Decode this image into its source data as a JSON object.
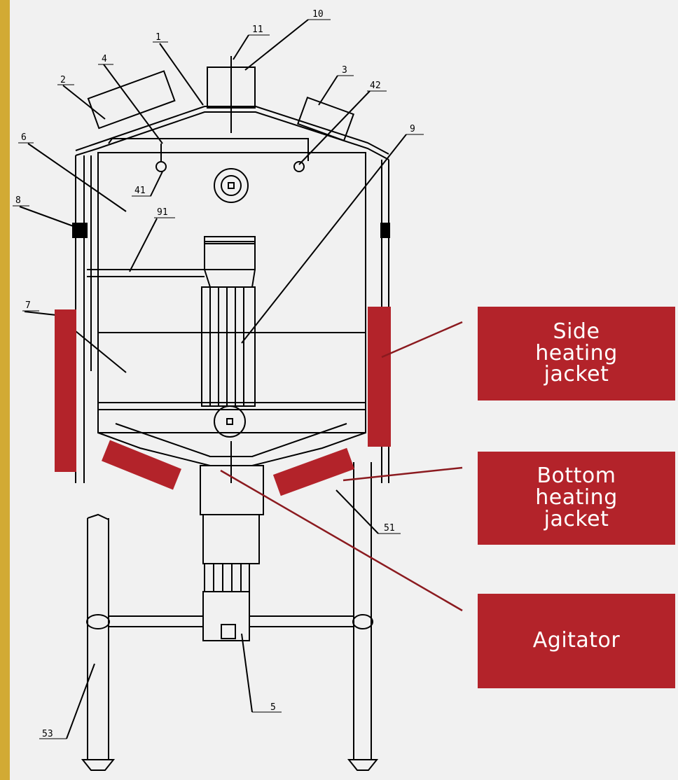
{
  "callouts": {
    "side": "Side heating jacket",
    "bottom": "Bottom heating jacket",
    "agitator": "Agitator"
  },
  "part_labels": [
    "1",
    "2",
    "3",
    "4",
    "42",
    "41",
    "6",
    "8",
    "91",
    "9",
    "10",
    "11",
    "7",
    "51",
    "5",
    "53"
  ],
  "colors": {
    "accent_bar": "#d2aa34",
    "highlight": "#b3232a",
    "leader_line": "#8b1a1f",
    "background": "#f1f1f1"
  }
}
